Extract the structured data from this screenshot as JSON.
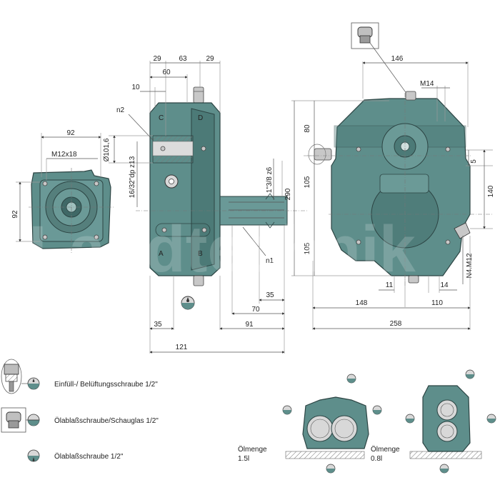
{
  "dimensions": {
    "left": {
      "top_width": "92",
      "thread": "M12x18",
      "side_height": "92"
    },
    "middle": {
      "d29a": "29",
      "d63": "63",
      "d29b": "29",
      "d60": "60",
      "d10": "10",
      "n2": "n2",
      "dia": "Ø101,6",
      "spline": "16/32\"dp z13",
      "shaft": "1\"3/8 z6",
      "height": "290",
      "n1": "n1",
      "d35a": "35",
      "d70": "70",
      "d35b": "35",
      "d91": "91",
      "d121": "121",
      "port_C": "C",
      "port_D": "D",
      "port_A": "A",
      "port_B": "B"
    },
    "right": {
      "d146": "146",
      "M14": "M14",
      "d80": "80",
      "d105a": "105",
      "d105b": "105",
      "d5": "5",
      "d140": "140",
      "N4M12": "N4.M12",
      "d11": "11",
      "d14": "14",
      "d148": "148",
      "d110": "110",
      "d258": "258"
    }
  },
  "legend": {
    "item1": "Einfüll-/ Belüftungsschraube 1/2\"",
    "item2": "Ölablaßschraube/Schauglas 1/2\"",
    "item3": "Ölablaßschraube 1/2\""
  },
  "oil": {
    "label_a": "Ölmenge",
    "value_a": "1.5l",
    "label_b": "Ölmenge",
    "value_b": "0.8l"
  },
  "watermark": {
    "line1": "Landtechnik"
  },
  "colors": {
    "body": "#5e8e8b",
    "body_dark": "#4c7a77",
    "outline": "#2c4443"
  }
}
